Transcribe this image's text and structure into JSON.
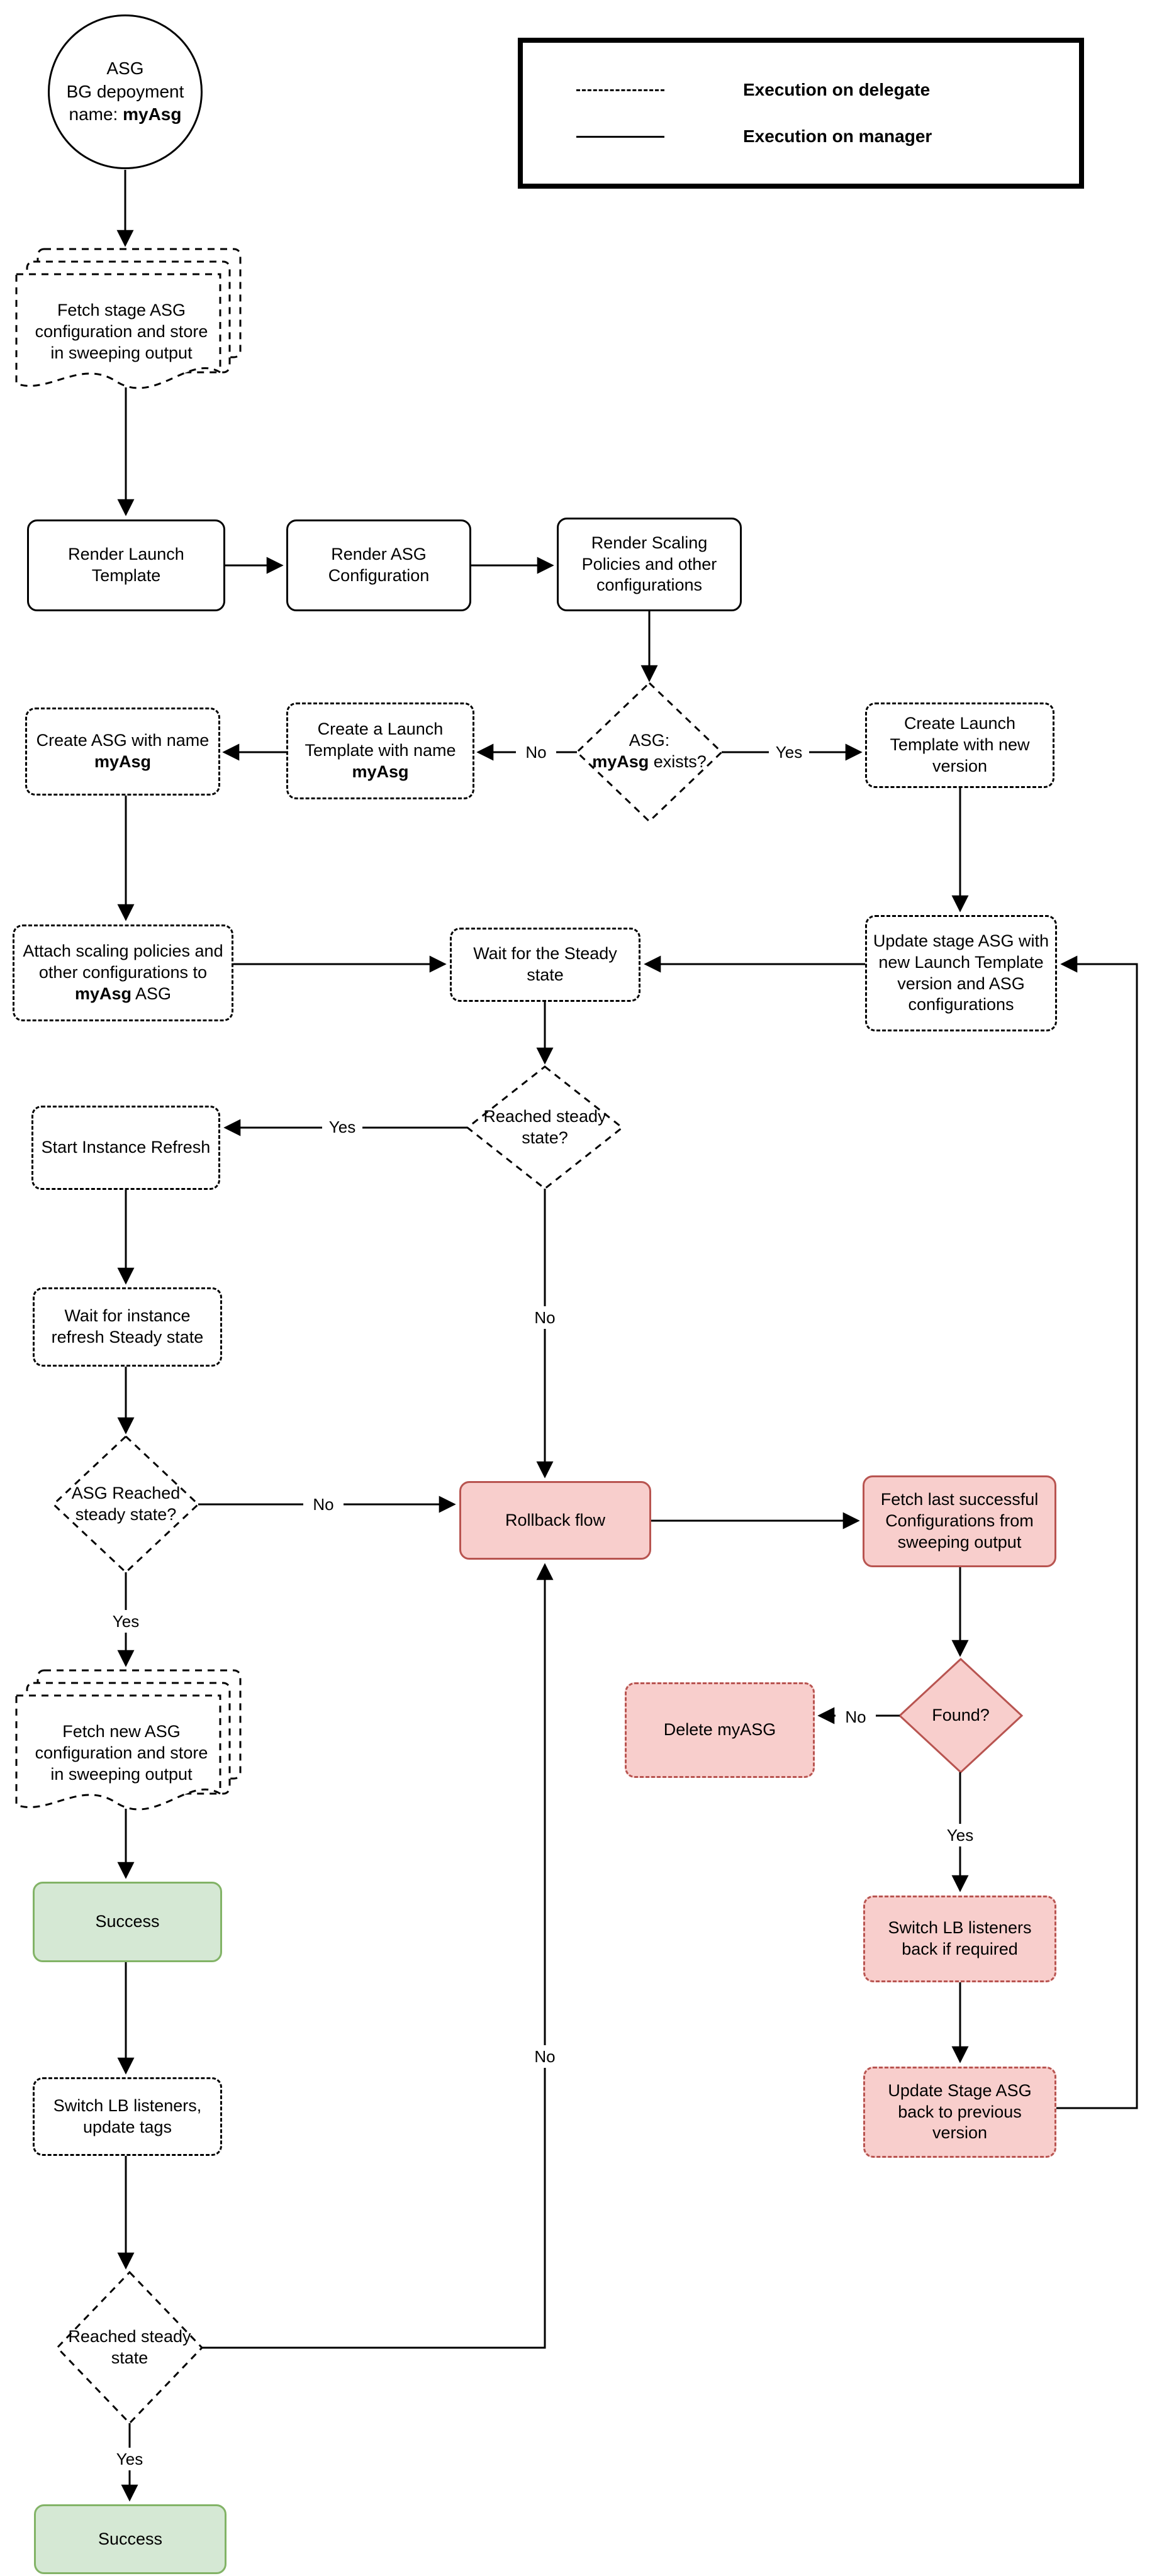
{
  "diagram_type": "flowchart",
  "colors": {
    "danger_fill": "#f8cecc",
    "danger_stroke": "#b85450",
    "success_fill": "#d5e8d4",
    "success_stroke": "#82b366",
    "line": "#000000",
    "background": "#ffffff"
  },
  "legend": {
    "delegate_label": "Execution on delegate",
    "manager_label": "Execution on manager"
  },
  "labels": {
    "yes": "Yes",
    "no": "No"
  },
  "nodes": {
    "start": {
      "line1": "ASG",
      "line2": "BG depoyment",
      "line3_prefix": "name: ",
      "line3_bold": "myAsg"
    },
    "fetch_stage": {
      "label": "Fetch stage ASG configuration and store in sweeping output"
    },
    "render_lt": {
      "label": "Render Launch Template"
    },
    "render_asg": {
      "label": "Render ASG Configuration"
    },
    "render_scaling": {
      "label": "Render Scaling Policies and other configurations"
    },
    "asg_exists": {
      "line1": "ASG:",
      "bold": "myAsg",
      "suffix": " exists?"
    },
    "create_lt_new": {
      "label": "Create Launch Template with new version"
    },
    "create_lt_myasg": {
      "prefix": "Create a Launch Template with name ",
      "bold": "myAsg"
    },
    "create_asg": {
      "prefix": "Create ASG with name ",
      "bold": "myAsg"
    },
    "attach_scaling": {
      "prefix": "Attach scaling policies and other configurations to ",
      "bold": "myAsg",
      "suffix": " ASG"
    },
    "wait_steady": {
      "label": "Wait for the Steady state"
    },
    "update_stage": {
      "label": "Update stage ASG with new Launch Template version and ASG configurations"
    },
    "reached_steady_q": {
      "label": "Reached steady state?"
    },
    "start_refresh": {
      "label": "Start Instance Refresh"
    },
    "wait_refresh": {
      "label": "Wait for instance refresh Steady state"
    },
    "asg_reached": {
      "label": "ASG Reached steady state?"
    },
    "rollback": {
      "label": "Rollback flow"
    },
    "fetch_last": {
      "label": "Fetch last successful Configurations from sweeping output"
    },
    "found": {
      "label": "Found?"
    },
    "delete_myasg": {
      "label": "Delete myASG"
    },
    "fetch_new": {
      "label": "Fetch new ASG configuration and store in sweeping output"
    },
    "success_1": {
      "label": "Success"
    },
    "switch_lb_tags": {
      "label": "Switch LB listeners, update tags"
    },
    "reached_steady_2": {
      "label": "Reached steady state"
    },
    "success_2": {
      "label": "Success"
    },
    "switch_lb_back": {
      "label": "Switch LB listeners back if required"
    },
    "update_stage_back": {
      "label": "Update Stage ASG back to previous version"
    }
  }
}
